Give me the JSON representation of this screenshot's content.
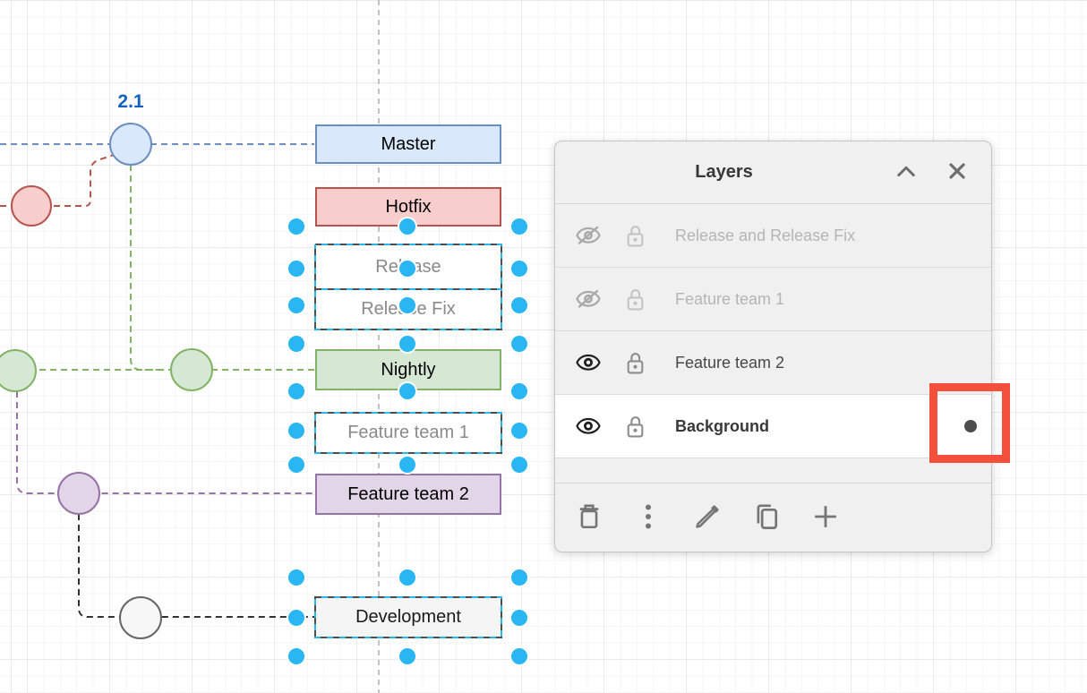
{
  "canvas": {
    "commit_label": "2.1",
    "boxes": [
      {
        "label": "Master",
        "fill": "#dae8fc",
        "stroke": "#6c8ebf",
        "selected": false
      },
      {
        "label": "Hotfix",
        "fill": "#f8cecc",
        "stroke": "#b85450",
        "selected": false
      },
      {
        "label": "Release",
        "fill": "#ffffff",
        "stroke": "#666666",
        "selected": true,
        "faded": true
      },
      {
        "label": "Release Fix",
        "fill": "#ffffff",
        "stroke": "#666666",
        "selected": true,
        "faded": true
      },
      {
        "label": "Nightly",
        "fill": "#d5e8d4",
        "stroke": "#82b366",
        "selected": false
      },
      {
        "label": "Feature team 1",
        "fill": "#ffffff",
        "stroke": "#666666",
        "selected": true,
        "faded": true
      },
      {
        "label": "Feature team 2",
        "fill": "#e1d5e7",
        "stroke": "#9673a6",
        "selected": false
      },
      {
        "label": "Development",
        "fill": "#f5f5f5",
        "stroke": "#666666",
        "selected": true
      }
    ],
    "connector_colors": {
      "master": "#6c8ebf",
      "hotfix": "#b85450",
      "nightly": "#82b366",
      "feature_team_2": "#9673a6",
      "development": "#333333",
      "guideline": "#b3b3b3"
    },
    "selection_handle_color": "#29b6f2",
    "selection_dash_dark": "#4d4d4d"
  },
  "layers_panel": {
    "title": "Layers",
    "collapse_icon": "chevron-up-icon",
    "close_icon": "close-icon",
    "rows": [
      {
        "name": "Release and Release Fix",
        "visible": false,
        "locked": false,
        "active": false
      },
      {
        "name": "Feature team 1",
        "visible": false,
        "locked": false,
        "active": false
      },
      {
        "name": "Feature team 2",
        "visible": true,
        "locked": false,
        "active": false
      },
      {
        "name": "Background",
        "visible": true,
        "locked": false,
        "active": true
      }
    ],
    "toolbar_icons": [
      "delete-icon",
      "more-vertical-icon",
      "edit-icon",
      "duplicate-icon",
      "add-icon"
    ]
  },
  "annotation": {
    "highlight_color": "#f3503c",
    "active_layer_dot_color": "#4d4d4d"
  }
}
